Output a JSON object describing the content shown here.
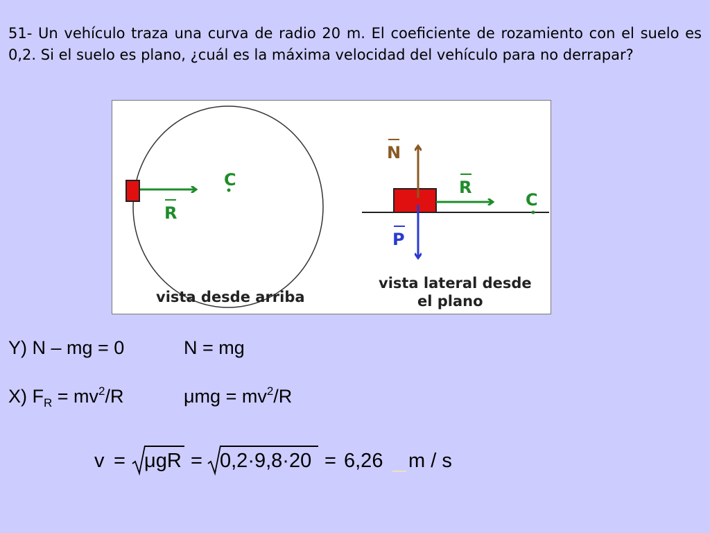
{
  "problem": {
    "text": "51- Un vehículo traza una curva de radio 20 m. El coeficiente de rozamiento con el suelo es 0,2. Si el suelo es plano, ¿cuál es la máxima velocidad del vehículo para no derrapar?"
  },
  "figure": {
    "top_view": {
      "center_label": "C",
      "force_label": "R",
      "caption": "vista desde arriba"
    },
    "side_view": {
      "normal_label": "N",
      "force_label": "R",
      "weight_label": "P",
      "center_label": "C",
      "caption_line1": "vista lateral desde",
      "caption_line2": "el plano"
    },
    "colors": {
      "car": "#e01010",
      "green_arrow": "#1e8c2a",
      "brown_arrow": "#8a5a22",
      "blue_arrow": "#2a3ad0"
    }
  },
  "equations": {
    "y_left": "Y) N – mg = 0",
    "y_right": "N = mg",
    "x_left_pre": "X) F",
    "x_left_sub": "R",
    "x_left_mid": " = mv",
    "x_left_sup": "2",
    "x_left_post": "/R",
    "x_right_pre": "μmg = mv",
    "x_right_sup": "2",
    "x_right_post": "/R"
  },
  "result": {
    "v": "v",
    "eq1": "=",
    "root1": "μgR",
    "eq2": "=",
    "root2": "0,2·9,8·20",
    "eq3": "=",
    "value": "6,26",
    "unit": "m / s"
  }
}
